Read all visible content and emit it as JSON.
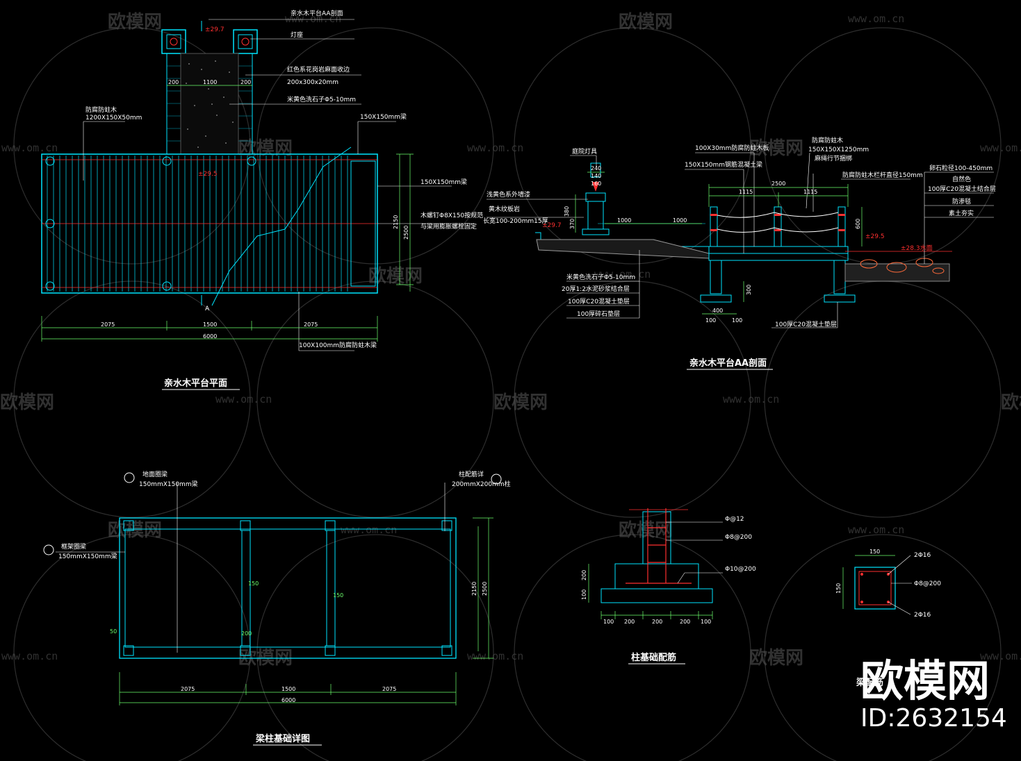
{
  "watermark": {
    "brand": "欧模网",
    "url": "www.om.cn"
  },
  "branding": {
    "logo_text": "欧模网",
    "id_text": "ID:2632154"
  },
  "colors": {
    "cyan": "#00e5ff",
    "green": "#6dff6d",
    "red": "#ff3030",
    "white": "#ffffff",
    "yellow": "#ffff33"
  },
  "plan": {
    "title": "亲水木平台平面",
    "labels": {
      "section_ref": "亲水木平台AA剖面",
      "lamp": "灯座",
      "granite_edge_1": "红色系花岗岩麻面收边",
      "granite_edge_2": "200x300x20mm",
      "pebble": "米黄色洗石子Φ5-10mm",
      "wood_1": "防腐防蛀木",
      "wood_2": "1200X150X50mm",
      "beam_top": "150X150mm梁",
      "beam_right": "150X150mm梁",
      "beam_note_1": "木螺钉Φ8X150按规范",
      "beam_note_2": "与梁用膨胀螺栓固定",
      "joist_bottom": "100X100mm防腐防蛀木梁",
      "elev_1": "±29.7",
      "elev_2": "±29.5",
      "section_mark": "A"
    },
    "dims": {
      "d2075a": "2075",
      "d1500": "1500",
      "d2075b": "2075",
      "d6000": "6000",
      "d2150": "2150",
      "d2500": "2500",
      "d200a": "200",
      "d1100": "1100",
      "d200b": "200"
    }
  },
  "section": {
    "title": "亲水木平台AA剖面",
    "labels": {
      "lamp": "庭院灯具",
      "paint": "浅黄色系外墙漆",
      "stone_1": "黄木纹板岩",
      "stone_2": "长宽100-200mm15厚",
      "elev_1": "±29.7",
      "elev_2": "±29.5",
      "water": "±28.3水面",
      "deck_1": "100X30mm防腐防蛀木板",
      "deck_2": "150X150mm钢筋混凝土梁",
      "post_1": "防腐防蛀木",
      "post_2": "150X150X1250mm",
      "rope": "麻绳行节捆绑",
      "rail": "防腐防蛀木栏杆直径150mm",
      "layer_1": "米黄色洗石子Φ5-10mm",
      "layer_2": "20厚1:2水泥砂浆结合层",
      "layer_3": "100厚C20混凝土垫层",
      "layer_4": "100厚碎石垫层",
      "found_bottom": "100厚C20混凝土垫层",
      "river_1": "卵石粒径100-450mm",
      "river_2": "自然色",
      "river_3": "100厚C20混凝土结合层",
      "river_4": "防渗毯",
      "river_5": "素土夯实"
    },
    "dims": {
      "d2500": "2500",
      "d1115a": "1115",
      "d1115b": "1115",
      "d1000a": "1000",
      "d1000b": "1000",
      "d600": "600",
      "d240": "240",
      "d140": "140",
      "d160": "160",
      "d380": "380",
      "d370": "370",
      "d300": "300",
      "d400": "400",
      "d100a": "100",
      "d100b": "100"
    }
  },
  "foundation": {
    "title": "梁柱基础详图",
    "labels": {
      "ground_beam_1": "地面圈梁",
      "ground_beam_2": "150mmX150mm梁",
      "column_1": "柱配筋详",
      "column_2": "200mmX200mm柱",
      "frame_1": "框架圈梁",
      "frame_2": "150mmX150mm梁"
    },
    "dims": {
      "d2075a": "2075",
      "d1500": "1500",
      "d2075b": "2075",
      "d6000": "6000",
      "d2150": "2150",
      "d2500": "2500",
      "d150a": "150",
      "d150b": "150",
      "d200": "200",
      "d50": "50"
    }
  },
  "column": {
    "title": "柱基础配筋",
    "labels": {
      "bar_1": "Φ@12",
      "bar_2": "Φ8@200",
      "bar_3": "Φ10@200"
    },
    "dims": {
      "d200": "200",
      "d100": "100",
      "b100a": "100",
      "b200a": "200",
      "b200b": "200",
      "b200c": "200",
      "b100b": "100"
    }
  },
  "beam": {
    "title": "梁配筋",
    "labels": {
      "top": "2Φ16",
      "stir": "Φ8@200",
      "bottom": "2Φ16"
    },
    "dims": {
      "w": "150",
      "h": "150"
    }
  }
}
